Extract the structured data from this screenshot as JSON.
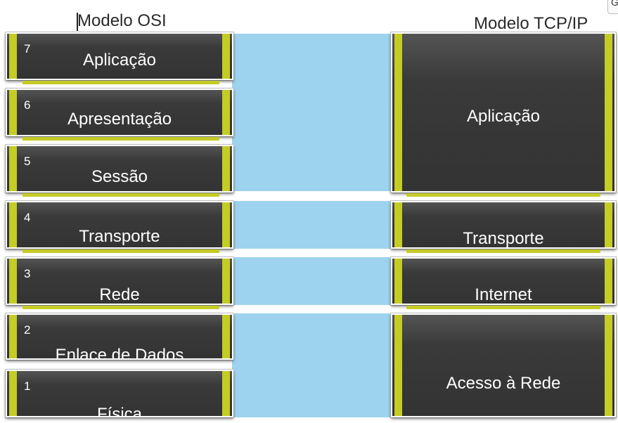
{
  "titles": {
    "osi": "Modelo OSI",
    "tcp": "Modelo TCP/IP"
  },
  "corner_glyph": "G",
  "osi_layers": [
    {
      "number": "7",
      "name": "Aplicação"
    },
    {
      "number": "6",
      "name": "Apresentação"
    },
    {
      "number": "5",
      "name": "Sessão"
    },
    {
      "number": "4",
      "name": "Transporte"
    },
    {
      "number": "3",
      "name": "Rede"
    },
    {
      "number": "2",
      "name": "Enlace de Dados"
    },
    {
      "number": "1",
      "name": "Física"
    }
  ],
  "tcp_layers": [
    {
      "name": "Aplicação"
    },
    {
      "name": "Transporte"
    },
    {
      "name": "Internet"
    },
    {
      "name": "Acesso à Rede"
    }
  ],
  "colors": {
    "block_fill": "#3a3a3a",
    "accent_green": "#c4cc26",
    "connector_blue": "#9dd3ee",
    "label_text": "#ffffff"
  }
}
